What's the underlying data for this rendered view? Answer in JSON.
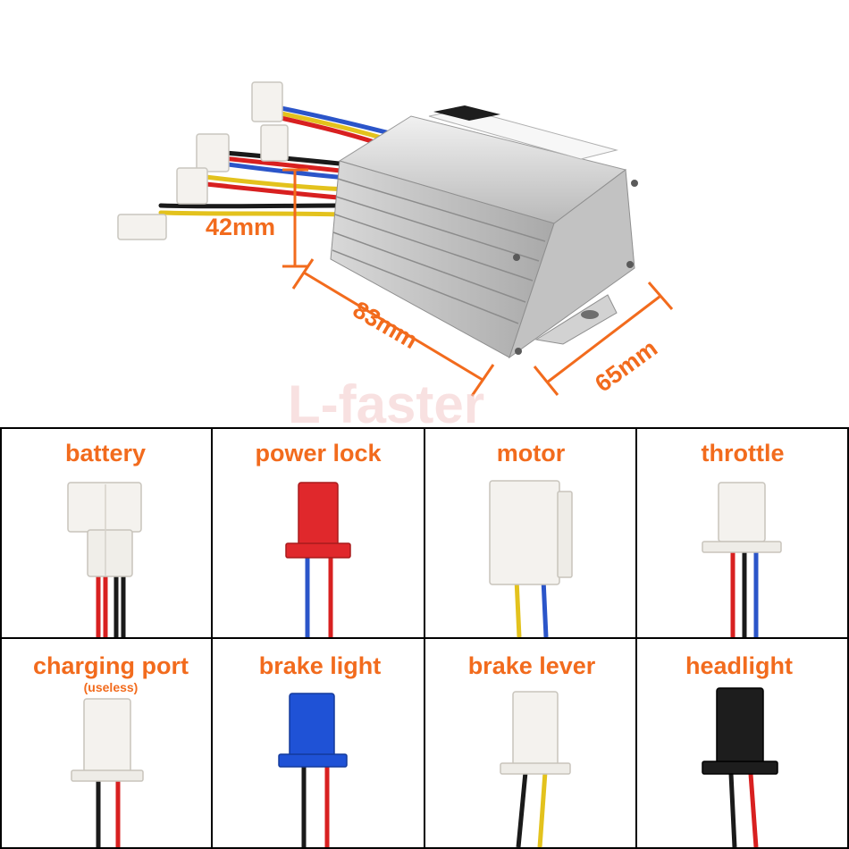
{
  "watermark": "L-faster",
  "dimensions": {
    "height": "42mm",
    "length": "83mm",
    "width": "65mm"
  },
  "colors": {
    "accent": "#f26b1d",
    "grid_line": "#000000",
    "watermark": "#f3c9c9"
  },
  "connectors": [
    {
      "label": "battery",
      "note": "",
      "housing": "white",
      "wires": [
        "red",
        "black"
      ]
    },
    {
      "label": "power lock",
      "note": "",
      "housing": "red",
      "wires": [
        "blue",
        "red"
      ]
    },
    {
      "label": "motor",
      "note": "",
      "housing": "white",
      "wires": [
        "yellow",
        "blue"
      ]
    },
    {
      "label": "throttle",
      "note": "",
      "housing": "white",
      "wires": [
        "red",
        "black",
        "blue"
      ]
    },
    {
      "label": "charging port",
      "note": "(useless)",
      "housing": "white",
      "wires": [
        "black",
        "red"
      ]
    },
    {
      "label": "brake light",
      "note": "",
      "housing": "blue",
      "wires": [
        "black",
        "red"
      ]
    },
    {
      "label": "brake lever",
      "note": "",
      "housing": "white",
      "wires": [
        "black",
        "yellow"
      ]
    },
    {
      "label": "headlight",
      "note": "",
      "housing": "black",
      "wires": [
        "black",
        "red"
      ]
    }
  ]
}
